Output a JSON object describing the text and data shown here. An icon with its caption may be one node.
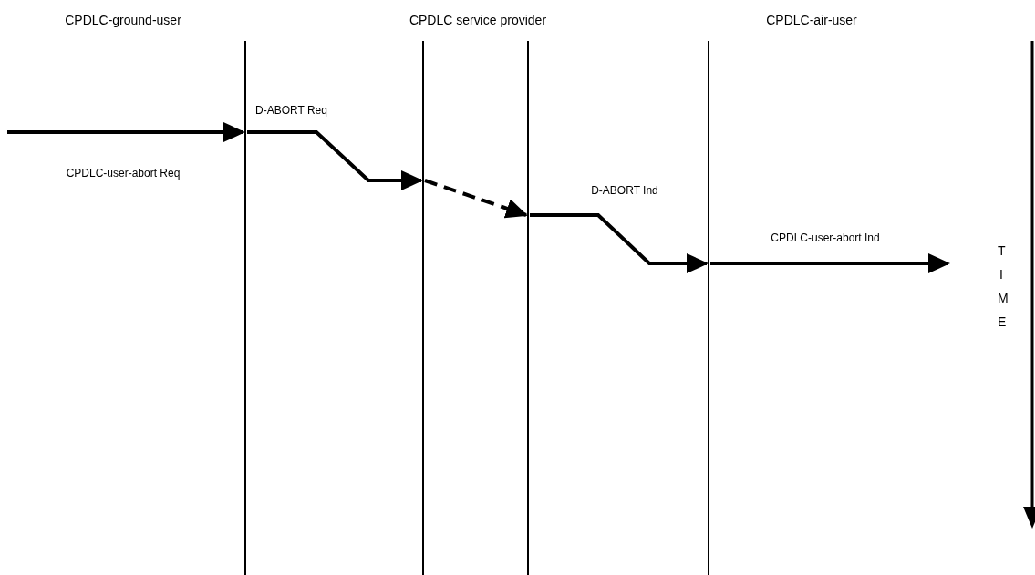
{
  "diagram": {
    "nodes": [
      {
        "text": [],
        "shape": "bar"
      },
      {
        "text": [],
        "shape": "bar"
      },
      {
        "text": [],
        "shape": "bar"
      },
      {
        "text": [],
        "shape": "bar"
      }
    ],
    "edges": [
      {
        "from": null,
        "to": 0,
        "arrow": "to",
        "label": "CPDLC-user-abort Req"
      },
      {
        "from": 0,
        "to": 1,
        "arrow": "to",
        "label": "D-ABORT Req"
      },
      {
        "from": 1,
        "to": 2,
        "arrow": "to",
        "style": "dashed"
      },
      {
        "from": 2,
        "to": 3,
        "arrow": "to",
        "label": "D-ABORT Ind"
      },
      {
        "from": 3,
        "to": null,
        "arrow": "to",
        "label": "CPDLC-user-abort Ind"
      }
    ],
    "labels": [
      "CPDLC-ground-user",
      "CPDLC service provider",
      "CPDLC-air-user",
      "TIME"
    ]
  }
}
